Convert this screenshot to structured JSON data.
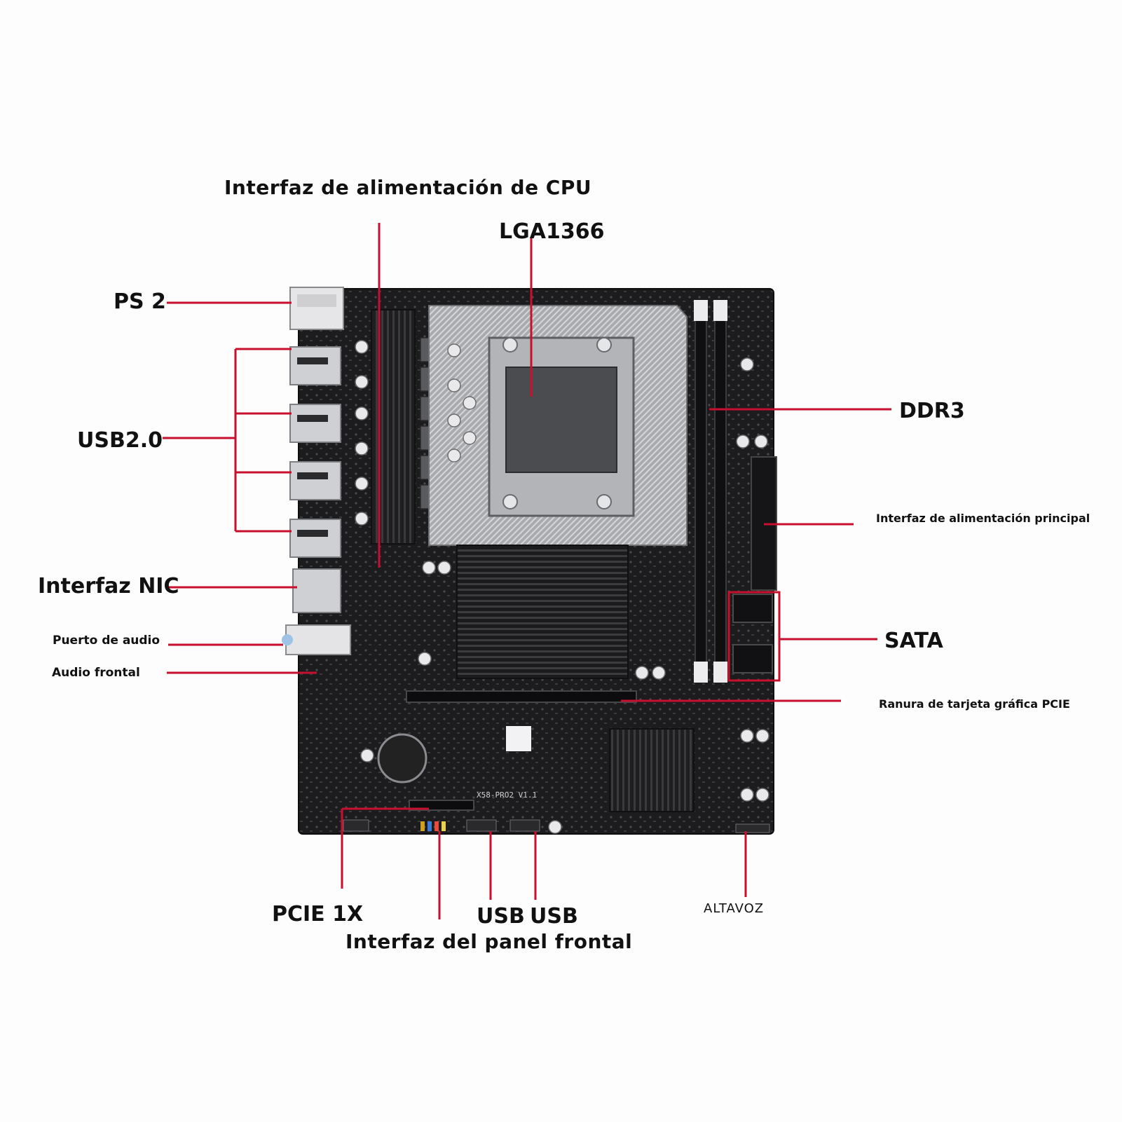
{
  "labels": {
    "cpu_power": "Interfaz de alimentación de CPU",
    "lga": "LGA1366",
    "ps2": "PS 2",
    "usb20": "USB2.0",
    "ddr3": "DDR3",
    "main_power": "Interfaz de alimentación principal",
    "nic": "Interfaz NIC",
    "audio_port": "Puerto de audio",
    "front_audio": "Audio frontal",
    "sata": "SATA",
    "pcie_gpu": "Ranura de tarjeta gráfica PCIE",
    "pcie1x": "PCIE 1X",
    "usb_a": "USB",
    "usb_b": "USB",
    "front_panel": "Interfaz del panel frontal",
    "altavoz": "ALTAVOZ"
  },
  "board_silkscreen": "X58-PRO2 V1.1",
  "colors": {
    "leader": "#c8102e",
    "board": "#1c1c1e",
    "metal": "#b9babd"
  }
}
